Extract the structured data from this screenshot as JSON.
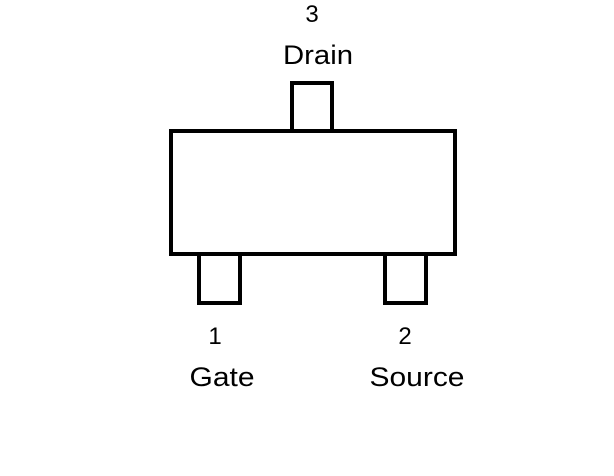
{
  "pins": [
    {
      "number": "3",
      "name": "Drain"
    },
    {
      "number": "1",
      "name": "Gate"
    },
    {
      "number": "2",
      "name": "Source"
    }
  ],
  "colors": {
    "stroke": "#000000",
    "background": "#ffffff"
  }
}
